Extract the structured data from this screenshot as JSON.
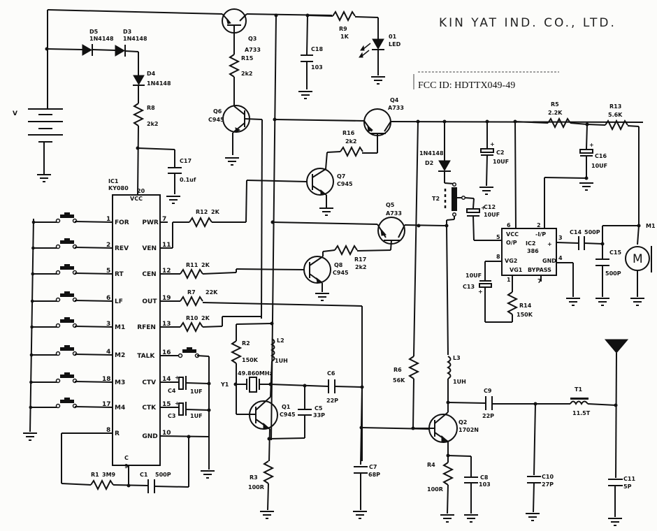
{
  "header": {
    "company": "KIN YAT IND. CO., LTD.",
    "fcc_id": "FCC ID: HDTTX049-49"
  },
  "battery": {
    "label": "V"
  },
  "components": {
    "D5": {
      "ref": "D5",
      "value": "1N4148"
    },
    "D3": {
      "ref": "D3",
      "value": "1N4148"
    },
    "D4": {
      "ref": "D4",
      "value": "1N4148"
    },
    "D2": {
      "ref": "D2",
      "value": "1N4148"
    },
    "D1": {
      "ref": "01",
      "value": "LED"
    },
    "R8": {
      "ref": "R8",
      "value": "2k2"
    },
    "R15": {
      "ref": "R15",
      "value": "2k2"
    },
    "R9": {
      "ref": "R9",
      "value": "1K"
    },
    "R16": {
      "ref": "R16",
      "value": "2k2"
    },
    "R12": {
      "ref": "R12",
      "value": "2K"
    },
    "R11": {
      "ref": "R11",
      "value": "2K"
    },
    "R7": {
      "ref": "R7",
      "value": "22K"
    },
    "R10": {
      "ref": "R10",
      "value": "2K"
    },
    "R17": {
      "ref": "R17",
      "value": "2k2"
    },
    "R2": {
      "ref": "R2",
      "value": "150K"
    },
    "R3": {
      "ref": "R3",
      "value": "100R"
    },
    "R6": {
      "ref": "R6",
      "value": "56K"
    },
    "R4": {
      "ref": "R4",
      "value": "100R"
    },
    "R5": {
      "ref": "R5",
      "value": "2.2K"
    },
    "R13": {
      "ref": "R13",
      "value": "5.6K"
    },
    "R14": {
      "ref": "R14",
      "value": "150K"
    },
    "R1": {
      "ref": "R1",
      "value": "3M9"
    },
    "C17": {
      "ref": "C17",
      "value": "0.1uf"
    },
    "C18": {
      "ref": "C18",
      "value": "103"
    },
    "C2": {
      "ref": "C2",
      "value": "10UF"
    },
    "C16": {
      "ref": "C16",
      "value": "10UF"
    },
    "C12": {
      "ref": "C12",
      "value": "10UF"
    },
    "C13": {
      "ref": "C13",
      "value": "10UF"
    },
    "C14": {
      "ref": "C14",
      "value": "500P"
    },
    "C15": {
      "ref": "C15",
      "value": "500P"
    },
    "C4": {
      "ref": "C4",
      "value": "1UF"
    },
    "C3": {
      "ref": "C3",
      "value": "1UF"
    },
    "C1": {
      "ref": "C1",
      "value": "500P"
    },
    "C6": {
      "ref": "C6",
      "value": "22P"
    },
    "C5": {
      "ref": "C5",
      "value": "33P"
    },
    "C7": {
      "ref": "C7",
      "value": "68P"
    },
    "C9": {
      "ref": "C9",
      "value": "22P"
    },
    "C8": {
      "ref": "C8",
      "value": "103"
    },
    "C10": {
      "ref": "C10",
      "value": "27P"
    },
    "C11": {
      "ref": "C11",
      "value": "5P"
    },
    "L2": {
      "ref": "L2",
      "value": "1UH"
    },
    "L3": {
      "ref": "L3",
      "value": "1UH"
    },
    "T1": {
      "ref": "T1",
      "value": "11.5T"
    },
    "T2": {
      "ref": "T2"
    },
    "Y1": {
      "ref": "Y1",
      "value": "49.860MHz"
    },
    "Q1": {
      "ref": "Q1",
      "value": "C945"
    },
    "Q2": {
      "ref": "Q2",
      "value": "1702N"
    },
    "Q3": {
      "ref": "Q3",
      "value": "A733"
    },
    "Q4": {
      "ref": "Q4",
      "value": "A733"
    },
    "Q5": {
      "ref": "Q5",
      "value": "A733"
    },
    "Q6": {
      "ref": "Q6",
      "value": "C945"
    },
    "Q7": {
      "ref": "Q7",
      "value": "C945"
    },
    "Q8": {
      "ref": "Q8",
      "value": "C945"
    },
    "M1": {
      "ref": "M1",
      "symbol": "M"
    }
  },
  "ic1": {
    "ref": "IC1",
    "part": "KY080",
    "vcc_pin": "20",
    "vcc_label": "VCC",
    "left_pins": [
      {
        "num": "1",
        "name": "FOR"
      },
      {
        "num": "2",
        "name": "REV"
      },
      {
        "num": "5",
        "name": "RT"
      },
      {
        "num": "6",
        "name": "LF"
      },
      {
        "num": "3",
        "name": "M1"
      },
      {
        "num": "4",
        "name": "M2"
      },
      {
        "num": "18",
        "name": "M3"
      },
      {
        "num": "17",
        "name": "M4"
      },
      {
        "num": "8",
        "name": "R"
      }
    ],
    "right_pins": [
      {
        "num": "7",
        "name": "PWR"
      },
      {
        "num": "11",
        "name": "VEN"
      },
      {
        "num": "12",
        "name": "CEN"
      },
      {
        "num": "19",
        "name": "OUT"
      },
      {
        "num": "13",
        "name": "RFEN"
      },
      {
        "num": "16",
        "name": "TALK"
      },
      {
        "num": "14",
        "name": "CTV"
      },
      {
        "num": "15",
        "name": "CTK"
      },
      {
        "num": "10",
        "name": "GND"
      }
    ],
    "bottom_pin": {
      "num": "9",
      "name": "C"
    }
  },
  "ic2": {
    "ref": "IC2",
    "part": "386",
    "pins": {
      "vcc": {
        "num": "6",
        "name": "VCC"
      },
      "inm": {
        "num": "2",
        "name": "-I/P"
      },
      "out": {
        "num": "5",
        "name": "O/P"
      },
      "inp": {
        "num": "3",
        "name": "+"
      },
      "vg2": {
        "num": "8",
        "name": "VG2"
      },
      "gnd": {
        "num": "4",
        "name": "GND"
      },
      "vg1": {
        "num": "1",
        "name": "VG1"
      },
      "bypass": {
        "num": "7",
        "name": "BYPASS"
      }
    }
  },
  "polarity": {
    "plus": "+"
  }
}
